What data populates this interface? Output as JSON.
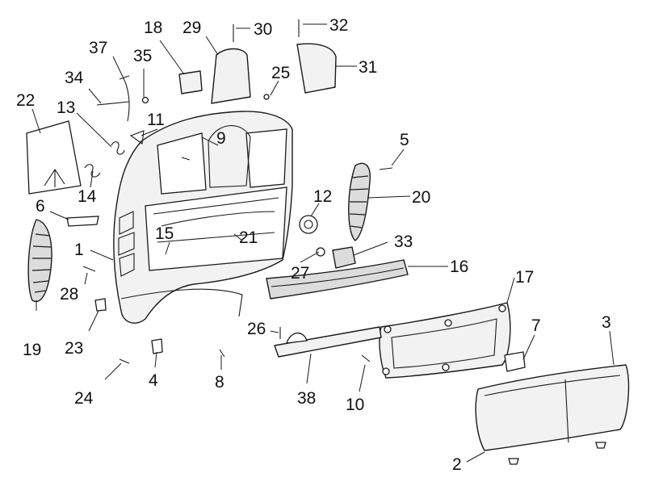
{
  "callouts": [
    {
      "label": "1"
    },
    {
      "label": "2"
    },
    {
      "label": "3"
    },
    {
      "label": "4"
    },
    {
      "label": "5"
    },
    {
      "label": "6"
    },
    {
      "label": "7"
    },
    {
      "label": "8"
    },
    {
      "label": "9"
    },
    {
      "label": "10"
    },
    {
      "label": "11"
    },
    {
      "label": "12"
    },
    {
      "label": "13"
    },
    {
      "label": "14"
    },
    {
      "label": "15"
    },
    {
      "label": "16"
    },
    {
      "label": "17"
    },
    {
      "label": "18"
    },
    {
      "label": "19"
    },
    {
      "label": "20"
    },
    {
      "label": "21"
    },
    {
      "label": "22"
    },
    {
      "label": "23"
    },
    {
      "label": "24"
    },
    {
      "label": "25"
    },
    {
      "label": "26"
    },
    {
      "label": "27"
    },
    {
      "label": "28"
    },
    {
      "label": "29"
    },
    {
      "label": "30"
    },
    {
      "label": "31"
    },
    {
      "label": "32"
    },
    {
      "label": "33"
    },
    {
      "label": "34"
    },
    {
      "label": "35"
    },
    {
      "label": "37"
    },
    {
      "label": "38"
    }
  ]
}
